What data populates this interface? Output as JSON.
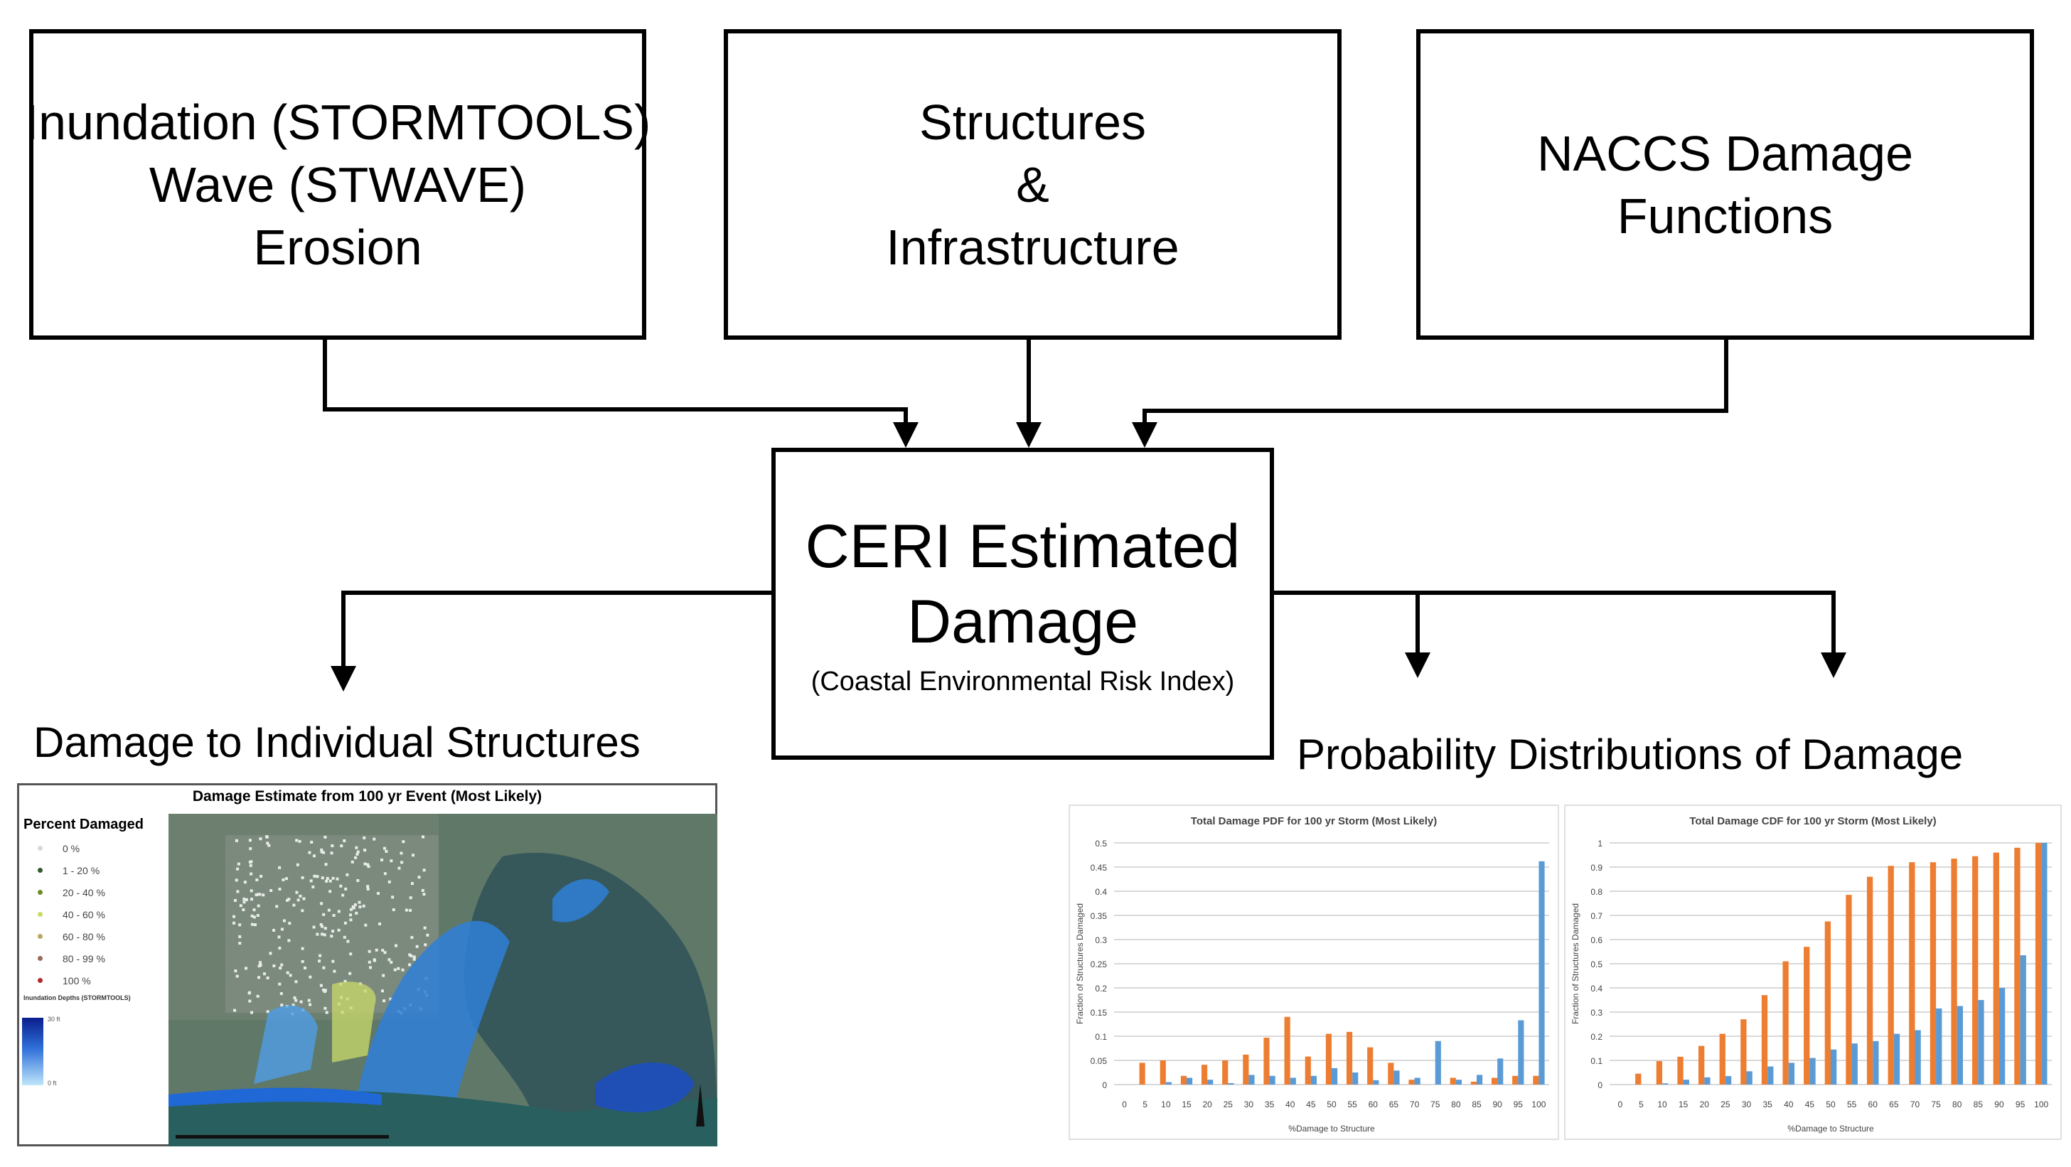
{
  "inputs": {
    "box1": {
      "lines": [
        {
          "main": "Inundation (",
          "sc": "STORMTOOLS",
          "end": ")"
        },
        {
          "main": "Wave (",
          "sc": "STWAVE",
          "end": ")"
        },
        {
          "main": "Erosion",
          "sc": "",
          "end": ""
        }
      ]
    },
    "box2": {
      "lines": [
        "Structures",
        "&",
        "Infrastructure"
      ]
    },
    "box3": {
      "lines": [
        "NACCS Damage",
        "Functions"
      ]
    }
  },
  "center": {
    "title_line1": "CERI Estimated",
    "title_line2": "Damage",
    "subtitle": "(Coastal Environmental Risk Index)"
  },
  "outputs": {
    "left_title": "Damage to Individual Structures",
    "right_title": "Probability Distributions of Damage"
  },
  "map": {
    "title": "Damage Estimate from 100 yr Event (Most Likely)",
    "legend_title": "Percent Damaged",
    "legend": [
      {
        "label": "0 %",
        "color": "#d8d8d8"
      },
      {
        "label": "1 - 20 %",
        "color": "#2f5a2a"
      },
      {
        "label": "20 - 40 %",
        "color": "#6f8a2a"
      },
      {
        "label": "40 - 60 %",
        "color": "#c9d96a"
      },
      {
        "label": "60 - 80 %",
        "color": "#b9a860"
      },
      {
        "label": "80 - 99 %",
        "color": "#9a6a5a"
      },
      {
        "label": "100 %",
        "color": "#b02a2a"
      }
    ],
    "inundation_title": "Inundation Depths (STORMTOOLS)",
    "ramp_max": "30 ft",
    "ramp_min": "0 ft"
  },
  "colors": {
    "orange": "#ed7d31",
    "blue": "#5b9bd5",
    "grid": "#d9d9d9"
  },
  "chart_data": [
    {
      "type": "bar",
      "title": "Total Damage PDF for 100 yr Storm (Most Likely)",
      "xlabel": "%Damage to Structure",
      "ylabel": "Fraction of Structures Damaged",
      "ylim": [
        0,
        0.5
      ],
      "yticks": [
        "0",
        "0.05",
        "0.1",
        "0.15",
        "0.2",
        "0.25",
        "0.3",
        "0.35",
        "0.4",
        "0.45",
        "0.5"
      ],
      "categories": [
        "0",
        "5",
        "10",
        "15",
        "20",
        "25",
        "30",
        "35",
        "40",
        "45",
        "50",
        "55",
        "60",
        "65",
        "70",
        "75",
        "80",
        "85",
        "90",
        "95",
        "100"
      ],
      "grid": true,
      "series": [
        {
          "name": "orange",
          "values": [
            0,
            0.045,
            0.05,
            0.018,
            0.041,
            0.05,
            0.062,
            0.097,
            0.14,
            0.058,
            0.105,
            0.109,
            0.077,
            0.045,
            0.01,
            0,
            0.014,
            0.006,
            0.014,
            0.018,
            0.018
          ]
        },
        {
          "name": "blue",
          "values": [
            0,
            0,
            0.005,
            0.014,
            0.01,
            0.003,
            0.02,
            0.018,
            0.014,
            0.018,
            0.034,
            0.025,
            0.009,
            0.029,
            0.014,
            0.09,
            0.01,
            0.02,
            0.054,
            0.133,
            0.462
          ]
        }
      ]
    },
    {
      "type": "bar",
      "title": "Total Damage CDF for 100 yr Storm (Most Likely)",
      "xlabel": "%Damage to Structure",
      "ylabel": "Fraction of Structures Damaged",
      "ylim": [
        0,
        1
      ],
      "yticks": [
        "0",
        "0.1",
        "0.2",
        "0.3",
        "0.4",
        "0.5",
        "0.6",
        "0.7",
        "0.8",
        "0.9",
        "1"
      ],
      "categories": [
        "0",
        "5",
        "10",
        "15",
        "20",
        "25",
        "30",
        "35",
        "40",
        "45",
        "50",
        "55",
        "60",
        "65",
        "70",
        "75",
        "80",
        "85",
        "90",
        "95",
        "100"
      ],
      "grid": true,
      "series": [
        {
          "name": "orange",
          "values": [
            0,
            0.045,
            0.097,
            0.115,
            0.16,
            0.21,
            0.27,
            0.37,
            0.51,
            0.57,
            0.675,
            0.785,
            0.86,
            0.905,
            0.92,
            0.92,
            0.935,
            0.945,
            0.96,
            0.98,
            1.0
          ]
        },
        {
          "name": "blue",
          "values": [
            0,
            0,
            0.005,
            0.02,
            0.03,
            0.035,
            0.055,
            0.075,
            0.09,
            0.11,
            0.145,
            0.17,
            0.18,
            0.21,
            0.225,
            0.315,
            0.325,
            0.35,
            0.4,
            0.535,
            1.0
          ]
        }
      ]
    }
  ]
}
